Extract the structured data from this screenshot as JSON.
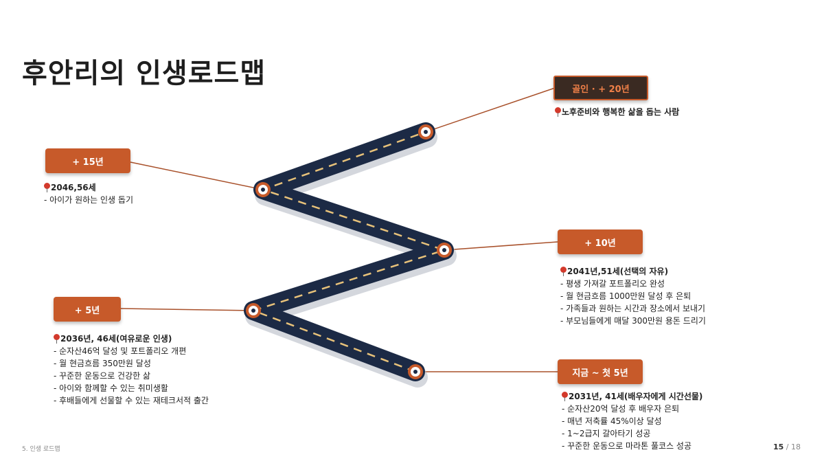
{
  "title": "후안리의 인생로드맵",
  "footer": {
    "section": "5. 인생 로드맵",
    "page_current": "15",
    "page_sep": "/",
    "page_total": "18"
  },
  "colors": {
    "road": "#1c2a45",
    "accent": "#c75a2a",
    "dark_box": "#3a2a22",
    "pin": "#d33a2c"
  },
  "milestones": [
    {
      "label": "골인 · + 20년",
      "head": "노후준비와 행복한 삶을 돕는 사람",
      "items": []
    },
    {
      "label": "+ 15년",
      "head": "2046,56세",
      "items": [
        "- 아이가 원하는 인생 돕기"
      ]
    },
    {
      "label": "+ 10년",
      "head": "2041년,51세(선택의 자유)",
      "items": [
        "- 평생 가져갈 포트폴리오 완성",
        "- 월 현금흐름 1000만원 달성 후 은퇴",
        "- 가족들과 원하는 시간과 장소에서 보내기",
        "- 부모님들에게 매달 300만원 용돈 드리기"
      ]
    },
    {
      "label": "+ 5년",
      "head": "2036년, 46세(여유로운 인생)",
      "items": [
        "- 순자산46억 달성 및 포트폴리오 개편",
        "- 월 현금흐름 350만원 달성",
        "- 꾸준한 운동으로 건강한 삶",
        "- 아이와 함께할 수 있는 취미생활",
        "- 후배들에게 선물할 수 있는 재테크서적 출간"
      ]
    },
    {
      "label": "지금 ~ 첫 5년",
      "head": "2031년, 41세(배우자에게 시간선물)",
      "items": [
        "- 순자산20억 달성 후 배우자 은퇴",
        "- 매년 저축률 45%이상 달성",
        "- 1~2급지 갈아타기 성공",
        "- 꾸준한 운동으로 마라톤 풀코스 성공"
      ]
    }
  ]
}
